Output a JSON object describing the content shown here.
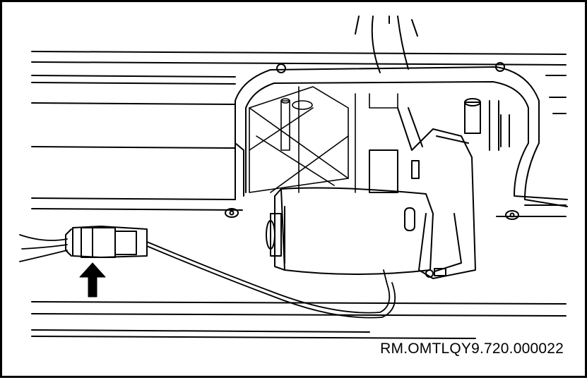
{
  "figure": {
    "reference_code": "RM.OMTLQY9.720.000022",
    "colors": {
      "line": "#000000",
      "background": "#ffffff"
    },
    "callouts": [
      {
        "type": "arrow",
        "points_to": "connector"
      }
    ]
  }
}
